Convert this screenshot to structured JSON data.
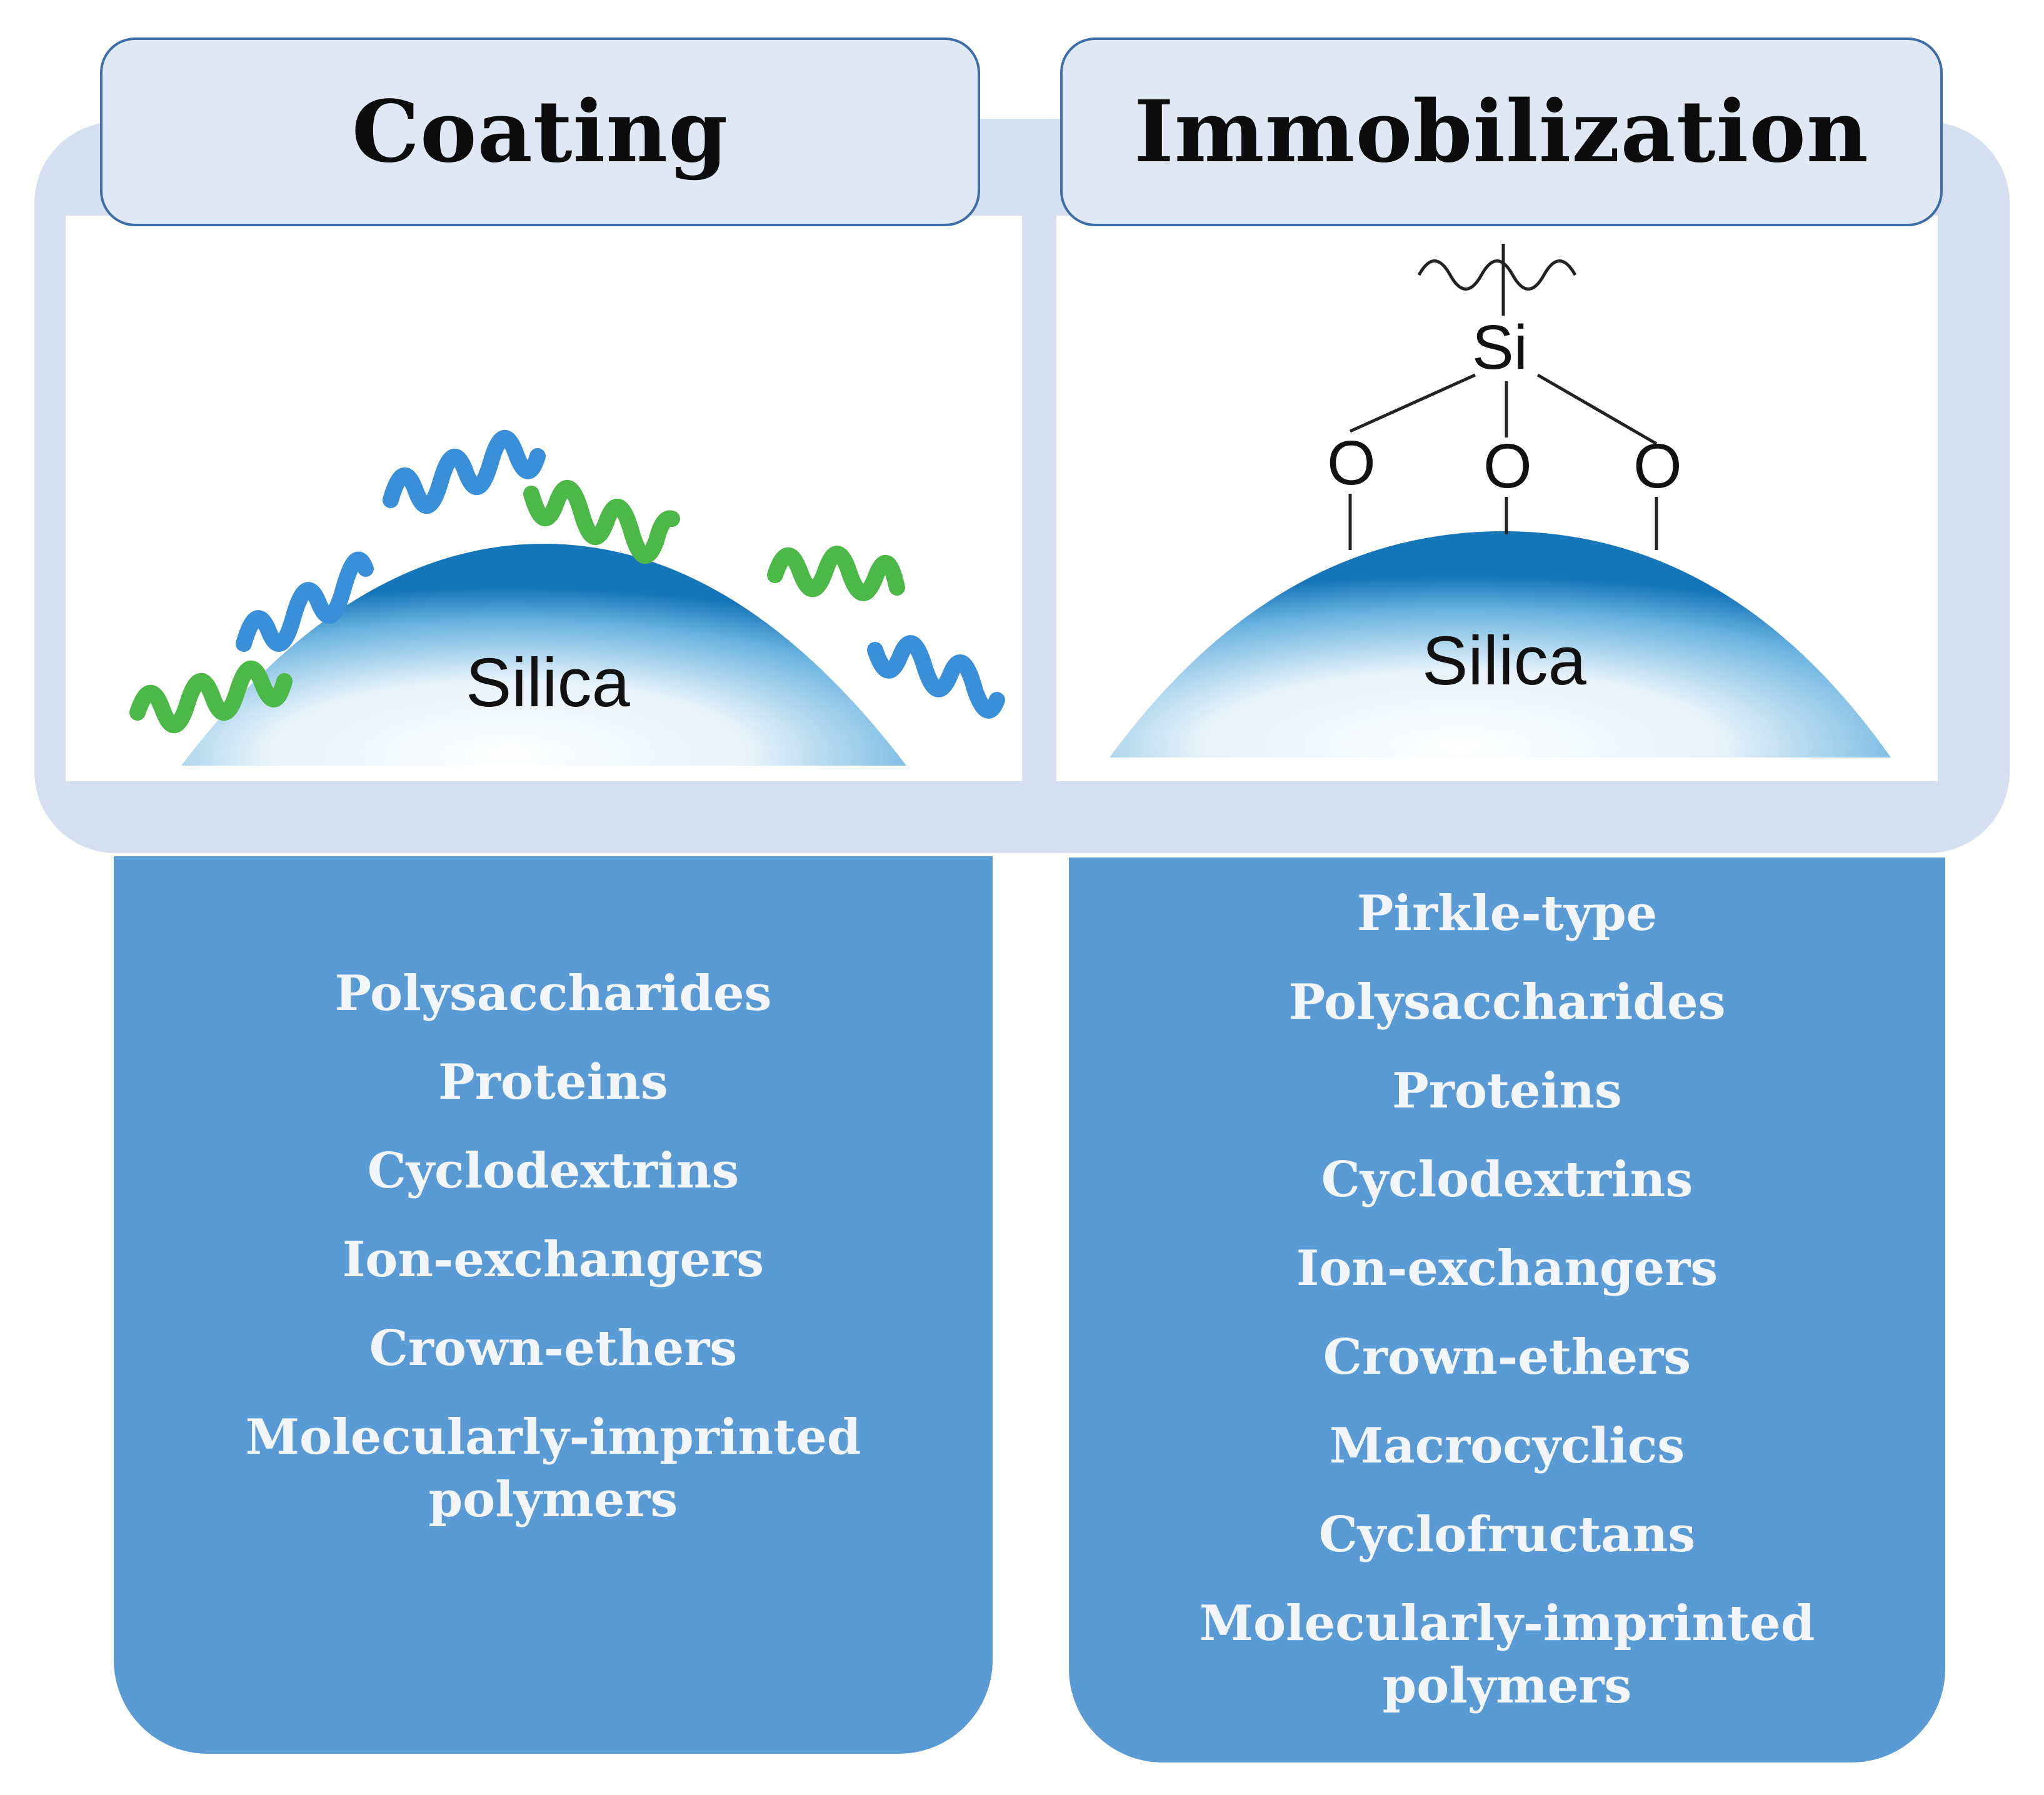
{
  "panels": {
    "coating": {
      "title": "Coating",
      "surface_label": "Silica",
      "items": [
        "Polysaccharides",
        "Proteins",
        "Cyclodextrins",
        "Ion-exchangers",
        "Crown-ethers",
        "Molecularly-imprinted polymers"
      ]
    },
    "immobilization": {
      "title": "Immobilization",
      "surface_label": "Silica",
      "atom_si": "Si",
      "atom_o": [
        "O",
        "O",
        "O"
      ],
      "items": [
        "Pirkle-type",
        "Polysaccharides",
        "Proteins",
        "Cyclodextrins",
        "Ion-exchangers",
        "Crown-ethers",
        "Macrocyclics",
        "Cyclofructans",
        "Molecularly-imprinted polymers"
      ]
    }
  },
  "colors": {
    "frame": "#d4e0f0",
    "title_fill": "#dfe9f6",
    "title_border": "#3e6ea8",
    "list_fill": "#5b9bd5",
    "list_text": "#f2f6fb",
    "sphere_dark": "#1a7cc0",
    "helix_blue": "#3a90d8",
    "helix_green": "#4cb848"
  }
}
